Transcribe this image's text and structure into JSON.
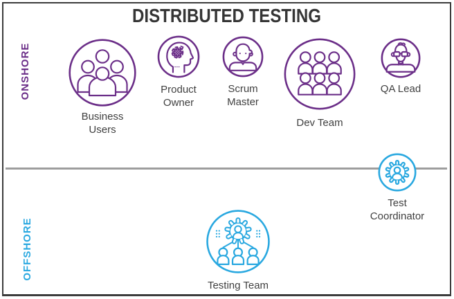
{
  "title": "DISTRIBUTED TESTING",
  "sections": {
    "onshore": {
      "label": "ONSHORE",
      "color": "#6b2e88"
    },
    "offshore": {
      "label": "OFFSHORE",
      "color": "#29a8e0"
    }
  },
  "roles": {
    "business_users": {
      "label": "Business Users",
      "icon": "people-group-icon",
      "section": "onshore"
    },
    "product_owner": {
      "label": "Product Owner",
      "icon": "head-gear-icon",
      "section": "onshore"
    },
    "scrum_master": {
      "label": "Scrum Master",
      "icon": "person-icon",
      "section": "onshore"
    },
    "dev_team": {
      "label": "Dev Team",
      "icon": "six-people-group-icon",
      "section": "onshore"
    },
    "qa_lead": {
      "label": "QA Lead",
      "icon": "person-glasses-icon",
      "section": "onshore"
    },
    "test_coordinator": {
      "label": "Test Coordinator",
      "icon": "gear-person-icon",
      "section": "boundary"
    },
    "testing_team": {
      "label": "Testing Team",
      "icon": "gear-org-chart-icon",
      "section": "offshore"
    }
  },
  "colors": {
    "onshore_purple": "#6b2e88",
    "offshore_blue": "#29a8e0",
    "title_text": "#353535",
    "label_text": "#3f3f3f",
    "divider_gray": "#9d9d9d",
    "border": "#3c3c3c"
  }
}
